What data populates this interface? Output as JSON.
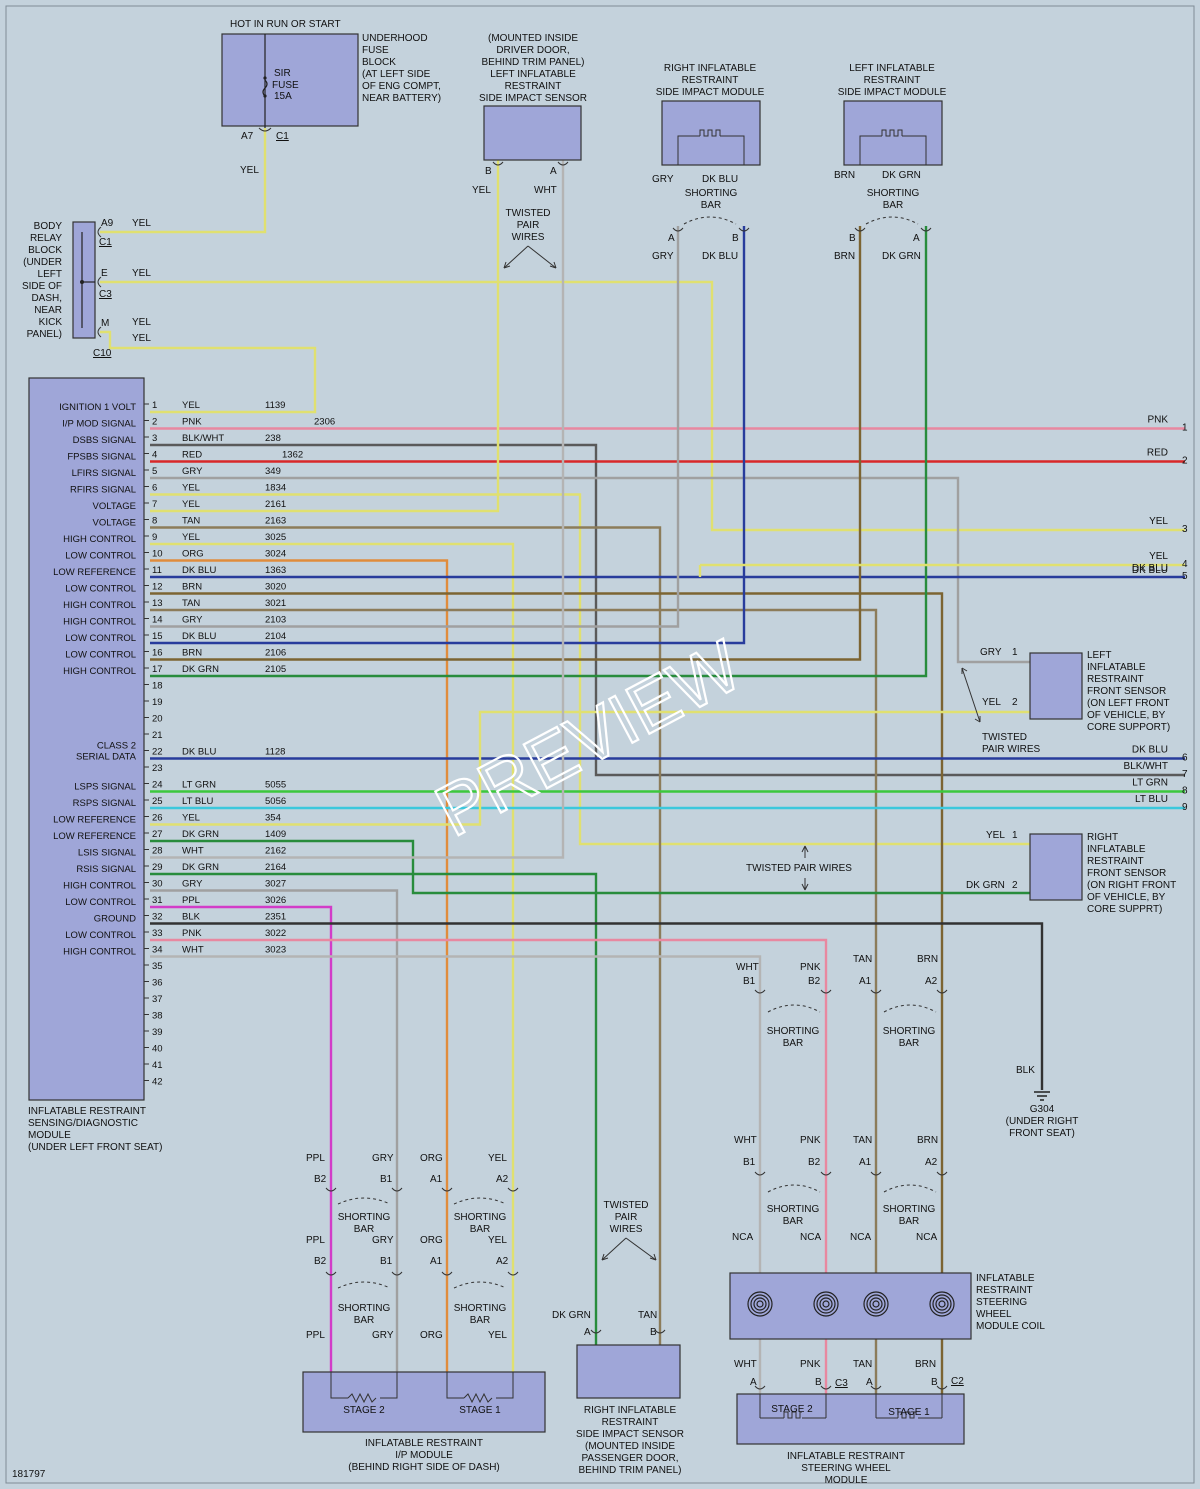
{
  "colors": {
    "background": "#c4d2dc",
    "YEL": "#e0e070",
    "PNK": "#e888a0",
    "BLK/WHT": "#5a5a5a",
    "RED": "#d82828",
    "GRY": "#a0a0a0",
    "TAN": "#8c7c5a",
    "ORG": "#e08c3c",
    "DK BLU": "#283c9c",
    "BRN": "#7c6432",
    "DK GRN": "#288c3c",
    "LT GRN": "#3cc83c",
    "LT BLU": "#3cc8dc",
    "WHT": "#b4b4b4",
    "PPL": "#d23cc8",
    "BLK": "#323232",
    "module": "#9fa6d8"
  },
  "top": {
    "hot_label": "HOT IN RUN OR START",
    "fuse_block_label": [
      "UNDERHOOD",
      "FUSE",
      "BLOCK",
      "(AT LEFT SIDE",
      "OF ENG COMPT,",
      "NEAR BATTERY)"
    ],
    "fuse": [
      "SIR",
      "FUSE",
      "15A"
    ],
    "fuse_pin": "A7",
    "fuse_conn": "C1",
    "fuse_wire": "YEL"
  },
  "body_relay": {
    "label": [
      "BODY",
      "RELAY",
      "BLOCK",
      "(UNDER",
      "LEFT",
      "SIDE OF",
      "DASH,",
      "NEAR",
      "KICK",
      "PANEL)"
    ],
    "pins": [
      "A9",
      "E",
      "M"
    ],
    "conns": [
      "C1",
      "C3",
      "C10"
    ],
    "wires": [
      "YEL",
      "YEL",
      "YEL",
      "YEL"
    ]
  },
  "lsis_sensor": {
    "label": [
      "(MOUNTED INSIDE",
      "DRIVER DOOR,",
      "BEHIND TRIM PANEL)",
      "LEFT INFLATABLE",
      "RESTRAINT",
      "SIDE IMPACT SENSOR"
    ],
    "pins": [
      "B",
      "A"
    ],
    "wires": [
      "YEL",
      "WHT"
    ]
  },
  "twisted_pair": [
    "TWISTED",
    "PAIR",
    "WIRES"
  ],
  "twisted_pair_line": "TWISTED PAIR WIRES",
  "twisted_pair_two": [
    "TWISTED",
    "PAIR WIRES"
  ],
  "right_side_module": {
    "label": [
      "RIGHT INFLATABLE",
      "RESTRAINT",
      "SIDE IMPACT MODULE"
    ],
    "wires_top": [
      "GRY",
      "DK BLU"
    ],
    "wires_bottom": [
      "GRY",
      "DK BLU"
    ],
    "pins": [
      "A",
      "B"
    ]
  },
  "left_side_module": {
    "label": [
      "LEFT INFLATABLE",
      "RESTRAINT",
      "SIDE IMPACT MODULE"
    ],
    "wires_top": [
      "BRN",
      "DK GRN"
    ],
    "wires_bottom": [
      "BRN",
      "DK GRN"
    ],
    "pins": [
      "B",
      "A"
    ]
  },
  "shorting_bar": [
    "SHORTING",
    "BAR"
  ],
  "sdm": {
    "label": [
      "INFLATABLE RESTRAINT",
      "SENSING/DIAGNOSTIC",
      "MODULE",
      "(UNDER LEFT FRONT SEAT)"
    ],
    "pin_count": 42,
    "rows": [
      {
        "pin": "1",
        "func": "IGNITION 1 VOLT",
        "color": "YEL",
        "circuit": "1139"
      },
      {
        "pin": "2",
        "func": "I/P MOD SIGNAL",
        "color": "PNK",
        "circuit": "2306"
      },
      {
        "pin": "3",
        "func": "DSBS SIGNAL",
        "color": "BLK/WHT",
        "circuit": "238"
      },
      {
        "pin": "4",
        "func": "FPSBS SIGNAL",
        "color": "RED",
        "circuit": "1362"
      },
      {
        "pin": "5",
        "func": "LFIRS SIGNAL",
        "color": "GRY",
        "circuit": "349"
      },
      {
        "pin": "6",
        "func": "RFIRS SIGNAL",
        "color": "YEL",
        "circuit": "1834"
      },
      {
        "pin": "7",
        "func": "VOLTAGE",
        "color": "YEL",
        "circuit": "2161"
      },
      {
        "pin": "8",
        "func": "VOLTAGE",
        "color": "TAN",
        "circuit": "2163"
      },
      {
        "pin": "9",
        "func": "HIGH CONTROL",
        "color": "YEL",
        "circuit": "3025"
      },
      {
        "pin": "10",
        "func": "LOW CONTROL",
        "color": "ORG",
        "circuit": "3024"
      },
      {
        "pin": "11",
        "func": "LOW REFERENCE",
        "color": "DK BLU",
        "circuit": "1363"
      },
      {
        "pin": "12",
        "func": "LOW CONTROL",
        "color": "BRN",
        "circuit": "3020"
      },
      {
        "pin": "13",
        "func": "HIGH CONTROL",
        "color": "TAN",
        "circuit": "3021"
      },
      {
        "pin": "14",
        "func": "HIGH CONTROL",
        "color": "GRY",
        "circuit": "2103"
      },
      {
        "pin": "15",
        "func": "LOW CONTROL",
        "color": "DK BLU",
        "circuit": "2104"
      },
      {
        "pin": "16",
        "func": "LOW CONTROL",
        "color": "BRN",
        "circuit": "2106"
      },
      {
        "pin": "17",
        "func": "HIGH CONTROL",
        "color": "DK GRN",
        "circuit": "2105"
      },
      {
        "pin": "18",
        "func": "",
        "color": "",
        "circuit": ""
      },
      {
        "pin": "19",
        "func": "",
        "color": "",
        "circuit": ""
      },
      {
        "pin": "20",
        "func": "",
        "color": "",
        "circuit": ""
      },
      {
        "pin": "21",
        "func": "",
        "color": "",
        "circuit": ""
      },
      {
        "pin": "22",
        "func": "CLASS 2 SERIAL DATA",
        "color": "DK BLU",
        "circuit": "1128"
      },
      {
        "pin": "23",
        "func": "",
        "color": "",
        "circuit": ""
      },
      {
        "pin": "24",
        "func": "LSPS SIGNAL",
        "color": "LT GRN",
        "circuit": "5055"
      },
      {
        "pin": "25",
        "func": "RSPS SIGNAL",
        "color": "LT BLU",
        "circuit": "5056"
      },
      {
        "pin": "26",
        "func": "LOW REFERENCE",
        "color": "YEL",
        "circuit": "354"
      },
      {
        "pin": "27",
        "func": "LOW REFERENCE",
        "color": "DK GRN",
        "circuit": "1409"
      },
      {
        "pin": "28",
        "func": "LSIS SIGNAL",
        "color": "WHT",
        "circuit": "2162"
      },
      {
        "pin": "29",
        "func": "RSIS SIGNAL",
        "color": "DK GRN",
        "circuit": "2164"
      },
      {
        "pin": "30",
        "func": "HIGH CONTROL",
        "color": "GRY",
        "circuit": "3027"
      },
      {
        "pin": "31",
        "func": "LOW CONTROL",
        "color": "PPL",
        "circuit": "3026"
      },
      {
        "pin": "32",
        "func": "GROUND",
        "color": "BLK",
        "circuit": "2351"
      },
      {
        "pin": "33",
        "func": "LOW CONTROL",
        "color": "PNK",
        "circuit": "3022"
      },
      {
        "pin": "34",
        "func": "HIGH CONTROL",
        "color": "WHT",
        "circuit": "3023"
      }
    ]
  },
  "offpage": [
    {
      "num": "1",
      "color": "PNK"
    },
    {
      "num": "2",
      "color": "RED"
    },
    {
      "num": "3",
      "color": "YEL"
    },
    {
      "num": "4",
      "color": "YEL"
    },
    {
      "num": "4",
      "color": "DK BLU"
    },
    {
      "num": "5",
      "color": "DK BLU"
    },
    {
      "num": "6",
      "color": "DK BLU"
    },
    {
      "num": "7",
      "color": "BLK/WHT"
    },
    {
      "num": "8",
      "color": "LT GRN"
    },
    {
      "num": "9",
      "color": "LT BLU"
    }
  ],
  "left_front_sensor": {
    "label": [
      "LEFT",
      "INFLATABLE",
      "RESTRAINT",
      "FRONT SENSOR",
      "(ON LEFT FRONT",
      "OF VEHICLE, BY",
      "CORE SUPPORT)"
    ],
    "pins": [
      {
        "color": "GRY",
        "pin": "1"
      },
      {
        "color": "YEL",
        "pin": "2"
      }
    ]
  },
  "right_front_sensor": {
    "label": [
      "RIGHT",
      "INFLATABLE",
      "RESTRAINT",
      "FRONT SENSOR",
      "(ON RIGHT FRONT",
      "OF VEHICLE, BY",
      "CORE SUPPRT)"
    ],
    "pins": [
      {
        "color": "YEL",
        "pin": "1"
      },
      {
        "color": "DK GRN",
        "pin": "2"
      }
    ]
  },
  "ground": {
    "wire": "BLK",
    "label": [
      "G304",
      "(UNDER RIGHT",
      "FRONT SEAT)"
    ]
  },
  "coil": {
    "label": [
      "INFLATABLE",
      "RESTRAINT",
      "STEERING",
      "WHEEL",
      "MODULE COIL"
    ],
    "wires": [
      "WHT",
      "PNK",
      "TAN",
      "BRN"
    ],
    "pins": [
      "B1",
      "B2",
      "A1",
      "A2"
    ],
    "nca": [
      "NCA",
      "NCA",
      "NCA",
      "NCA"
    ]
  },
  "steering_module": {
    "label": [
      "INFLATABLE RESTRAINT",
      "STEERING WHEEL",
      "MODULE"
    ],
    "wires": [
      "WHT",
      "PNK",
      "TAN",
      "BRN"
    ],
    "pins": [
      "A",
      "B",
      "A",
      "B"
    ],
    "conns": [
      "C3",
      "C2"
    ],
    "stages": [
      "STAGE 2",
      "STAGE 1"
    ]
  },
  "ip_module": {
    "label": [
      "INFLATABLE RESTRAINT",
      "I/P MODULE",
      "(BEHIND RIGHT SIDE OF DASH)"
    ],
    "wires": [
      "PPL",
      "GRY",
      "ORG",
      "YEL"
    ],
    "pins": [
      "B2",
      "B1",
      "A1",
      "A2"
    ],
    "stages": [
      "STAGE 2",
      "STAGE 1"
    ]
  },
  "rsis_sensor": {
    "label": [
      "RIGHT INFLATABLE",
      "RESTRAINT",
      "SIDE IMPACT SENSOR",
      "(MOUNTED INSIDE",
      "PASSENGER DOOR,",
      "BEHIND TRIM PANEL)"
    ],
    "wires": [
      "DK GRN",
      "TAN"
    ],
    "pins": [
      "A",
      "B"
    ]
  },
  "figure_number": "181797",
  "watermark": "PREVIEW"
}
